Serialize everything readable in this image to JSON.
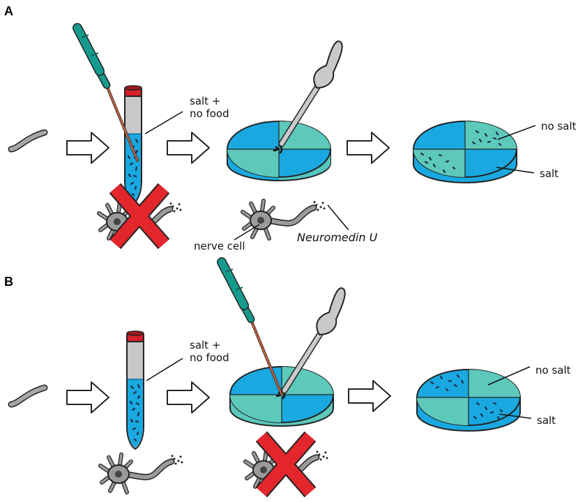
{
  "panels": [
    {
      "letter": "A",
      "tube_label": [
        "salt +",
        "no food"
      ],
      "plate_labels": {
        "no_salt": "no salt",
        "salt": "salt"
      },
      "neuron_label": "nerve cell",
      "peptide_label": "Neuromedin U",
      "neuron_blocked_at": "tube",
      "worms_gather_in": "no salt"
    },
    {
      "letter": "B",
      "tube_label": [
        "salt +",
        "no food"
      ],
      "plate_labels": {
        "no_salt": "no salt",
        "salt": "salt"
      },
      "neuron_blocked_at": "plate",
      "worms_gather_in": "salt"
    }
  ],
  "colors": {
    "salt_blue": "#1aa8e0",
    "no_salt_teal": "#5cc9bb",
    "block_cross": "#e3262b",
    "pipette_teal": "#159a8c",
    "tube_cap": "#d8202a",
    "neuron_gray": "#9a9a9a",
    "worm_gray": "#999999"
  },
  "icons": [
    "worm-icon",
    "arrow-icon",
    "tube-icon",
    "injector-pipette-icon",
    "dropper-icon",
    "petri-dish-icon",
    "neuron-icon",
    "block-cross-icon"
  ]
}
